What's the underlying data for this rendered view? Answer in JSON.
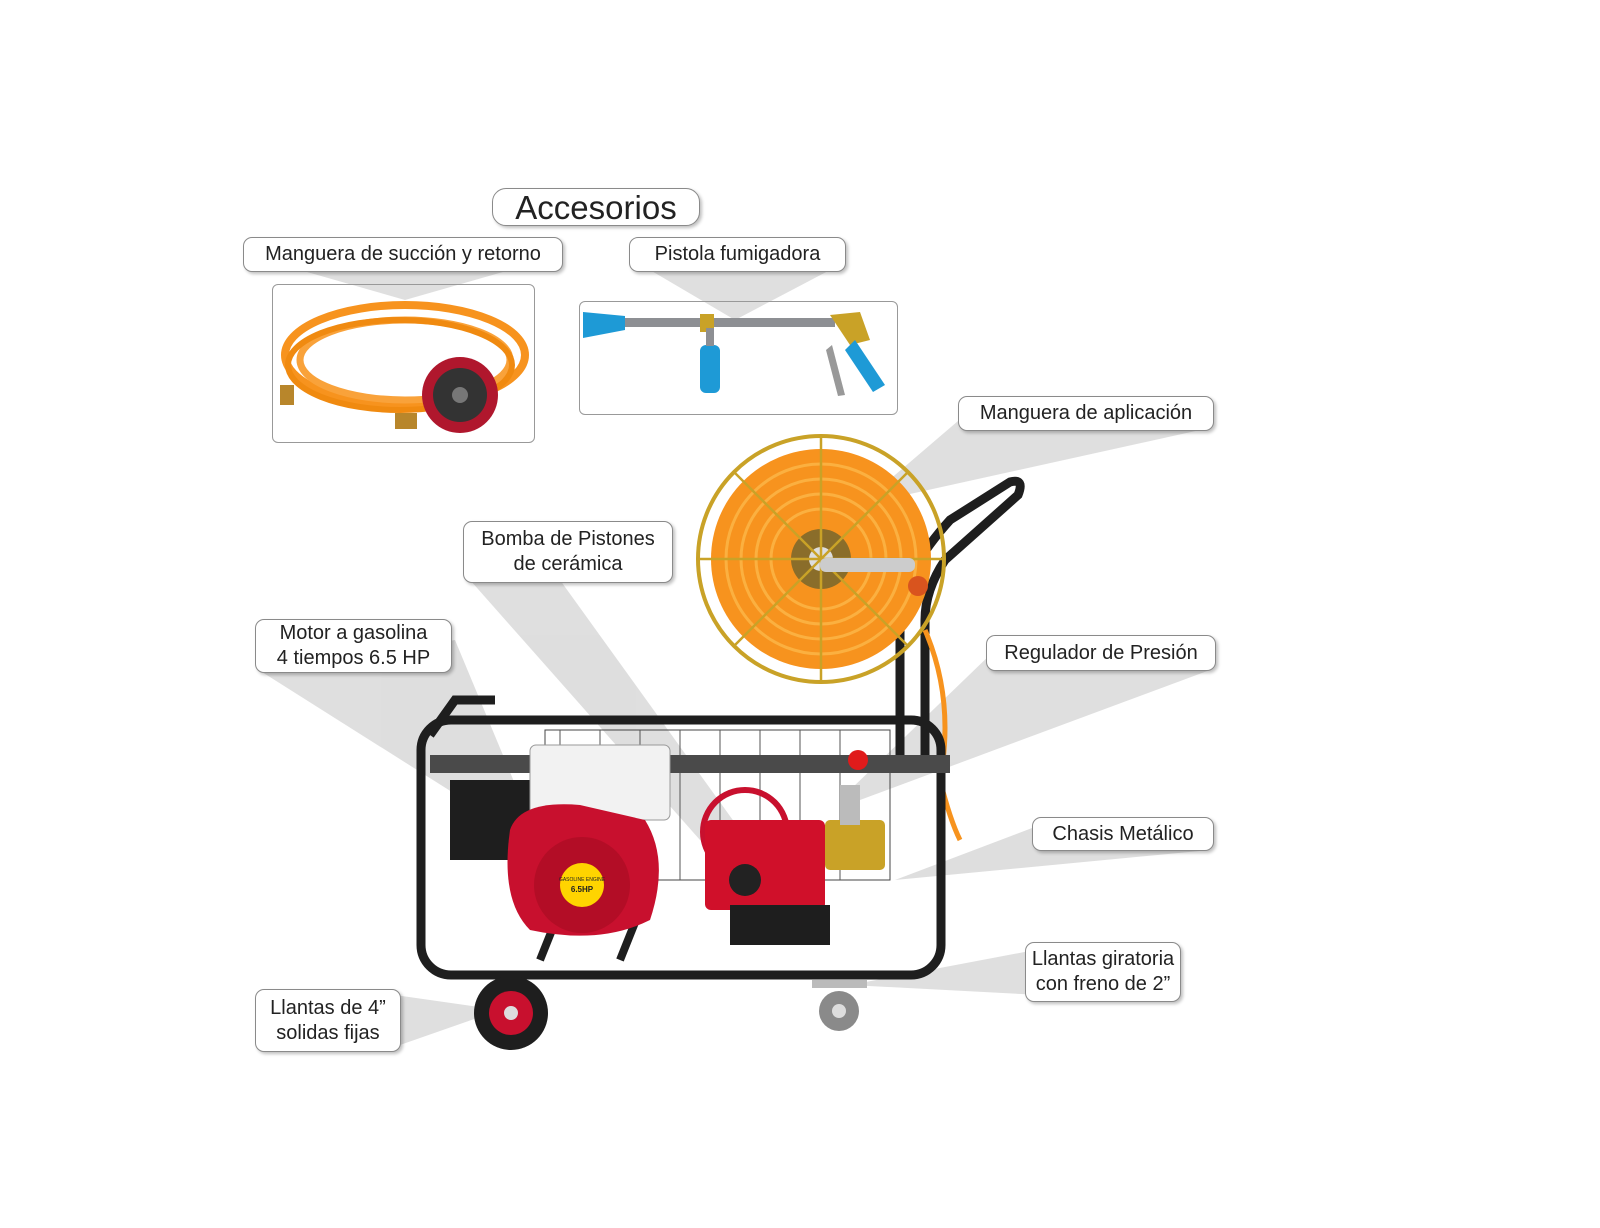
{
  "title": "Accesorios",
  "accessories": [
    {
      "label": "Manguera de succión y retorno"
    },
    {
      "label": "Pistola fumigadora"
    }
  ],
  "callouts": {
    "hose_reel": "Manguera de aplicación",
    "pump": [
      "Bomba de Pistones",
      "de cerámica"
    ],
    "engine": [
      "Motor a gasolina",
      "4 tiempos 6.5 HP"
    ],
    "regulator": "Regulador de Presión",
    "chassis": "Chasis Metálico",
    "caster_wheels": [
      "Llantas giratoria",
      "con freno de 2”"
    ],
    "fixed_wheels": [
      "Llantas de 4”",
      "solidas fijas"
    ]
  },
  "engine_badge": [
    "GASOLINE ENGINE",
    "6.5HP"
  ],
  "colors": {
    "hose": "#f7931e",
    "engine": "#c8102e",
    "frame": "#1e1e1e",
    "callout": "#d9d9d9",
    "brass": "#c9a227",
    "gun_grip": "#1e9ad6"
  }
}
